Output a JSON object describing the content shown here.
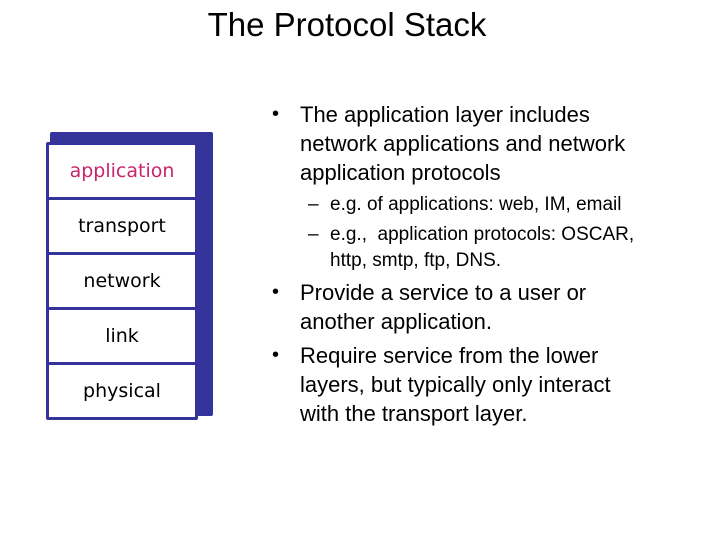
{
  "title": "The Protocol Stack",
  "colors": {
    "stack_border_blue": "#333399",
    "application_pink": "#c9256d",
    "body_text": "#000000",
    "background": "#ffffff"
  },
  "stack": {
    "layers": [
      {
        "label": "application",
        "highlighted": true
      },
      {
        "label": "transport",
        "highlighted": false
      },
      {
        "label": "network",
        "highlighted": false
      },
      {
        "label": "link",
        "highlighted": false
      },
      {
        "label": "physical",
        "highlighted": false
      }
    ]
  },
  "bullets": {
    "glyph_level1": "•",
    "glyph_level2": "–",
    "items": [
      {
        "level": 1,
        "text": "The application layer includes\nnetwork applications and network\napplication protocols"
      },
      {
        "level": 2,
        "text": "e.g. of applications: web, IM, email"
      },
      {
        "level": 2,
        "text": "e.g.,  application protocols: OSCAR,\nhttp, smtp, ftp, DNS."
      },
      {
        "level": 1,
        "text": "Provide a service to a user or\nanother application."
      },
      {
        "level": 1,
        "text": "Require service from the lower\nlayers, but typically only interact\nwith the transport layer."
      }
    ]
  }
}
